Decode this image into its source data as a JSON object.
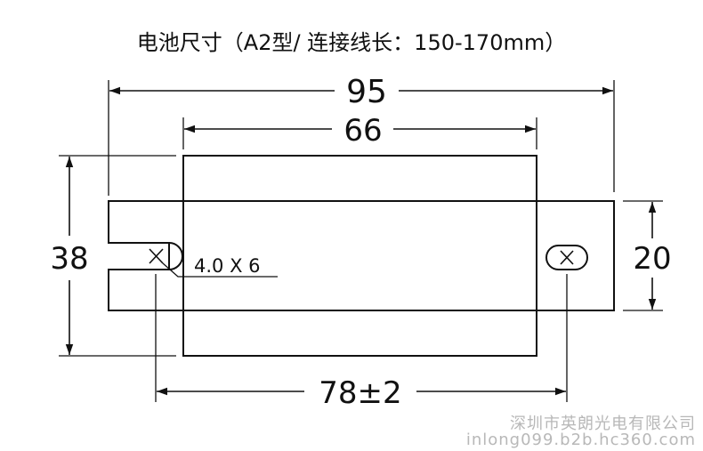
{
  "title": "电池尺寸（A2型/ 连接线长：150-170mm）",
  "dimensions": {
    "overall_width": "95",
    "body_width": "66",
    "overall_height": "38",
    "flange_height": "20",
    "hole_spacing": "78±2",
    "slot_size": "4.0 X 6"
  },
  "watermark": {
    "company": "深圳市英朗光电有限公司",
    "site": "inlong099.b2b.hc360.com"
  },
  "colors": {
    "line": "#111111",
    "watermark": "#b8b8b8"
  }
}
